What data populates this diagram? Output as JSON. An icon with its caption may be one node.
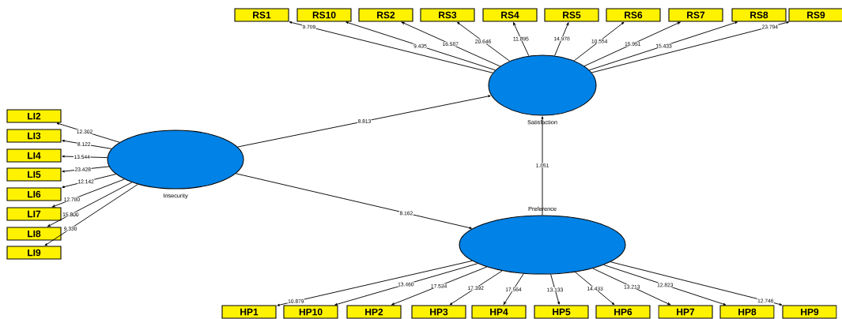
{
  "diagram": {
    "nodes": [
      {
        "text": [
          "RS1"
        ]
      },
      {
        "text": [
          "RS10"
        ]
      },
      {
        "text": [
          "RS2"
        ]
      },
      {
        "text": [
          "RS3"
        ]
      },
      {
        "text": [
          "RS4"
        ]
      },
      {
        "text": [
          "RS5"
        ]
      },
      {
        "text": [
          "RS6"
        ]
      },
      {
        "text": [
          "RS7"
        ]
      },
      {
        "text": [
          "RS8"
        ]
      },
      {
        "text": [
          "RS9"
        ]
      },
      {
        "text": [
          "Satisfaction"
        ]
      },
      {
        "text": [
          "Insecurity"
        ]
      },
      {
        "text": [
          "LI2"
        ]
      },
      {
        "text": [
          "LI3"
        ]
      },
      {
        "text": [
          "LI4"
        ]
      },
      {
        "text": [
          "LI5"
        ]
      },
      {
        "text": [
          "LI6"
        ]
      },
      {
        "text": [
          "LI7"
        ]
      },
      {
        "text": [
          "LI8"
        ]
      },
      {
        "text": [
          "LI9"
        ]
      },
      {
        "text": [
          "Preference"
        ]
      },
      {
        "text": [
          "HP1"
        ]
      },
      {
        "text": [
          "HP10"
        ]
      },
      {
        "text": [
          "HP2"
        ]
      },
      {
        "text": [
          "HP3"
        ]
      },
      {
        "text": [
          "HP4"
        ]
      },
      {
        "text": [
          "HP5"
        ]
      },
      {
        "text": [
          "HP6"
        ]
      },
      {
        "text": [
          "HP7"
        ]
      },
      {
        "text": [
          "HP8"
        ]
      },
      {
        "text": [
          "HP9"
        ]
      }
    ],
    "edges": [
      {
        "from": 10,
        "to": 0,
        "arrow": "to",
        "label": "9.709"
      },
      {
        "from": 10,
        "to": 1,
        "arrow": "to",
        "label": "9.435"
      },
      {
        "from": 10,
        "to": 2,
        "arrow": "to",
        "label": "16.587"
      },
      {
        "from": 10,
        "to": 3,
        "arrow": "to",
        "label": "20.646"
      },
      {
        "from": 10,
        "to": 4,
        "arrow": "to",
        "label": "11.895"
      },
      {
        "from": 10,
        "to": 5,
        "arrow": "to",
        "label": "14.978"
      },
      {
        "from": 10,
        "to": 6,
        "arrow": "to",
        "label": "10.554"
      },
      {
        "from": 10,
        "to": 7,
        "arrow": "to",
        "label": "15.951"
      },
      {
        "from": 10,
        "to": 8,
        "arrow": "to",
        "label": "15.433"
      },
      {
        "from": 10,
        "to": 9,
        "arrow": "to",
        "label": "23.794"
      },
      {
        "from": 11,
        "to": 12,
        "arrow": "to",
        "label": "12.302"
      },
      {
        "from": 11,
        "to": 13,
        "arrow": "to",
        "label": "8.122"
      },
      {
        "from": 11,
        "to": 14,
        "arrow": "to",
        "label": "13.544"
      },
      {
        "from": 11,
        "to": 15,
        "arrow": "to",
        "label": "23.428"
      },
      {
        "from": 11,
        "to": 16,
        "arrow": "to",
        "label": "12.142"
      },
      {
        "from": 11,
        "to": 17,
        "arrow": "to",
        "label": "12.780"
      },
      {
        "from": 11,
        "to": 18,
        "arrow": "to",
        "label": "15.800"
      },
      {
        "from": 11,
        "to": 19,
        "arrow": "to",
        "label": "9.330"
      },
      {
        "from": 11,
        "to": 10,
        "arrow": "to",
        "label": "8.813"
      },
      {
        "from": 11,
        "to": 20,
        "arrow": "to",
        "label": "8.162"
      },
      {
        "from": 20,
        "to": 10,
        "arrow": "to",
        "label": "1.851"
      },
      {
        "from": 20,
        "to": 21,
        "arrow": "to",
        "label": "10.879"
      },
      {
        "from": 20,
        "to": 22,
        "arrow": "to",
        "label": "13.460"
      },
      {
        "from": 20,
        "to": 23,
        "arrow": "to",
        "label": "17.534"
      },
      {
        "from": 20,
        "to": 24,
        "arrow": "to",
        "label": "17.392"
      },
      {
        "from": 20,
        "to": 25,
        "arrow": "to",
        "label": "17.564"
      },
      {
        "from": 20,
        "to": 26,
        "arrow": "to",
        "label": "13.133"
      },
      {
        "from": 20,
        "to": 27,
        "arrow": "to",
        "label": "14.433"
      },
      {
        "from": 20,
        "to": 28,
        "arrow": "to",
        "label": "13.213"
      },
      {
        "from": 20,
        "to": 29,
        "arrow": "to",
        "label": "12.823"
      },
      {
        "from": 20,
        "to": 30,
        "arrow": "to",
        "label": "12.746"
      }
    ]
  }
}
